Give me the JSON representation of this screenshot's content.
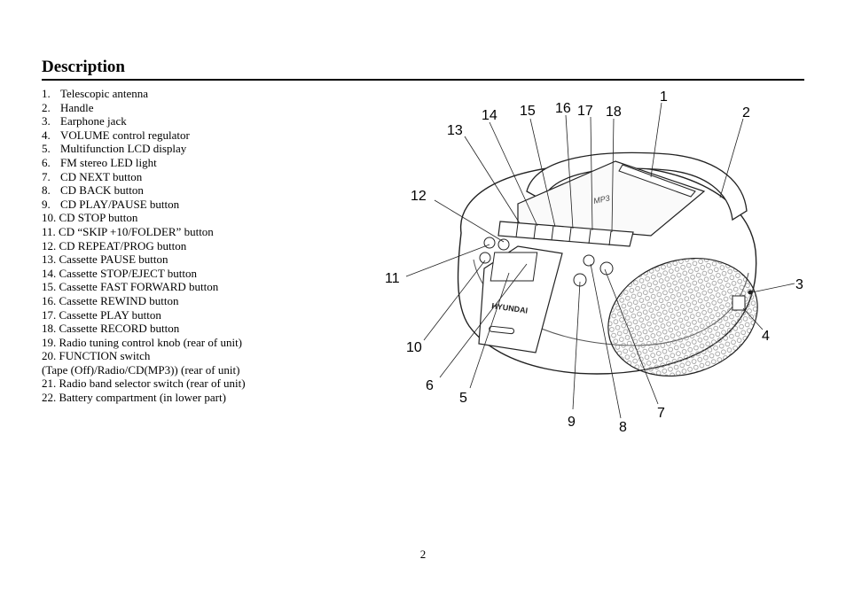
{
  "heading": "Description",
  "parts": [
    {
      "num": "1.",
      "text": "Telescopic antenna"
    },
    {
      "num": "2.",
      "text": "Handle"
    },
    {
      "num": "3.",
      "text": "Earphone jack"
    },
    {
      "num": "4.",
      "text": "VOLUME control regulator"
    },
    {
      "num": "5.",
      "text": "Multifunction LCD display"
    },
    {
      "num": "6.",
      "text": "FM stereo LED light"
    },
    {
      "num": "7.",
      "text": "CD NEXT button"
    },
    {
      "num": "8.",
      "text": "CD BACK button"
    },
    {
      "num": "9.",
      "text": "CD PLAY/PAUSE button"
    },
    {
      "num": "10.",
      "text": "CD STOP button"
    },
    {
      "num": "11.",
      "text": "CD “SKIP +10/FOLDER” button"
    },
    {
      "num": "12.",
      "text": "CD REPEAT/PROG button"
    },
    {
      "num": "13.",
      "text": "Cassette PAUSE button"
    },
    {
      "num": "14.",
      "text": "Cassette STOP/EJECT button"
    },
    {
      "num": "15.",
      "text": "Cassette FAST FORWARD button"
    },
    {
      "num": "16.",
      "text": "Cassette REWIND button"
    },
    {
      "num": "17.",
      "text": "Cassette PLAY button"
    },
    {
      "num": "18.",
      "text": "Cassette RECORD button"
    },
    {
      "num": "19.",
      "text": "Radio tuning control knob (rear of unit)"
    },
    {
      "num": "20.",
      "text": "FUNCTION switch"
    },
    {
      "num": "",
      "text": "(Tape (Off)/Radio/CD(MP3)) (rear of unit)"
    },
    {
      "num": "21.",
      "text": "Radio band selector switch (rear of unit)"
    },
    {
      "num": "22.",
      "text": "Battery compartment (in lower part)"
    }
  ],
  "figure": {
    "brand": "HYUNDAI",
    "lid_logo": "MP3",
    "callouts": [
      "1",
      "2",
      "3",
      "4",
      "5",
      "6",
      "7",
      "8",
      "9",
      "10",
      "11",
      "12",
      "13",
      "14",
      "15",
      "16",
      "17",
      "18"
    ]
  },
  "page_number": "2"
}
